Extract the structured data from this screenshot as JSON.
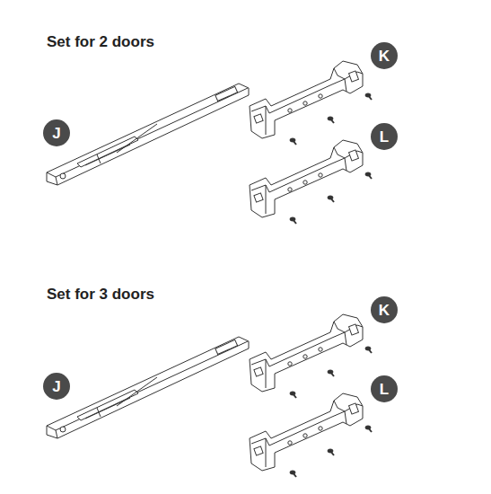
{
  "diagram": {
    "nodes": [
      {
        "text": [
          "J"
        ]
      },
      {
        "text": [
          "K"
        ]
      },
      {
        "text": [
          "L"
        ]
      },
      {
        "text": [
          "J"
        ]
      },
      {
        "text": [
          "K"
        ]
      },
      {
        "text": [
          "L"
        ]
      }
    ],
    "labels": [
      "Set for 2 doors",
      "Set for 3 doors"
    ]
  }
}
